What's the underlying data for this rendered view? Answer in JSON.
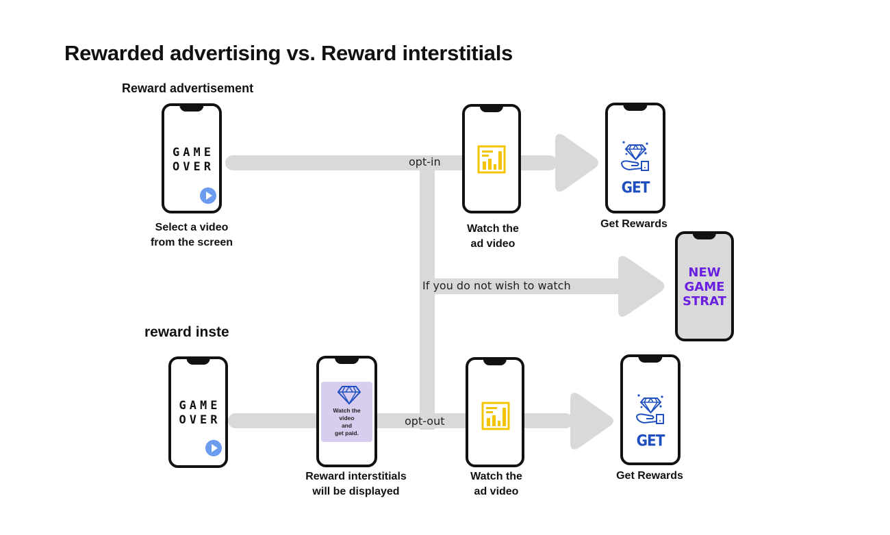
{
  "title": "Rewarded advertising vs. Reward interstitials",
  "colors": {
    "flow": "#d9d9d9",
    "play": "#6b9cf0",
    "ad_icon": "#f5c400",
    "reward_icon": "#1f4fbf",
    "strat_text": "#6a1fe0",
    "promo_bg": "#d7cdee"
  },
  "top_flow": {
    "section_label": "Reward advertisement",
    "start_phone": {
      "screen_text": [
        "GAME",
        "OVER"
      ],
      "icon": "play-button-icon",
      "caption": [
        "Select a video",
        "from the screen"
      ]
    },
    "branch_label": "opt-in",
    "ad_phone": {
      "icon": "chart-ad-icon",
      "caption": [
        "Watch the",
        "ad video"
      ]
    },
    "reward_phone": {
      "icon": "diamond-in-hand-icon",
      "screen_text": "GET",
      "caption": "Get Rewards"
    }
  },
  "middle_flow": {
    "label": "If you do not wish to watch",
    "phone": {
      "screen_text": [
        "NEW",
        "GAME",
        "STRAT"
      ]
    }
  },
  "bottom_flow": {
    "section_label": "reward inste",
    "start_phone": {
      "screen_text": [
        "GAME",
        "OVER"
      ],
      "icon": "play-button-icon"
    },
    "interstitial_phone": {
      "icon": "diamond-icon",
      "promo_text": [
        "Watch the",
        "video",
        "and",
        "get paid."
      ],
      "caption": [
        "Reward interstitials",
        "will be displayed"
      ]
    },
    "branch_label": "opt-out",
    "ad_phone": {
      "icon": "chart-ad-icon",
      "caption": [
        "Watch the",
        "ad video"
      ]
    },
    "reward_phone": {
      "icon": "diamond-in-hand-icon",
      "screen_text": "GET",
      "caption": "Get Rewards"
    }
  }
}
